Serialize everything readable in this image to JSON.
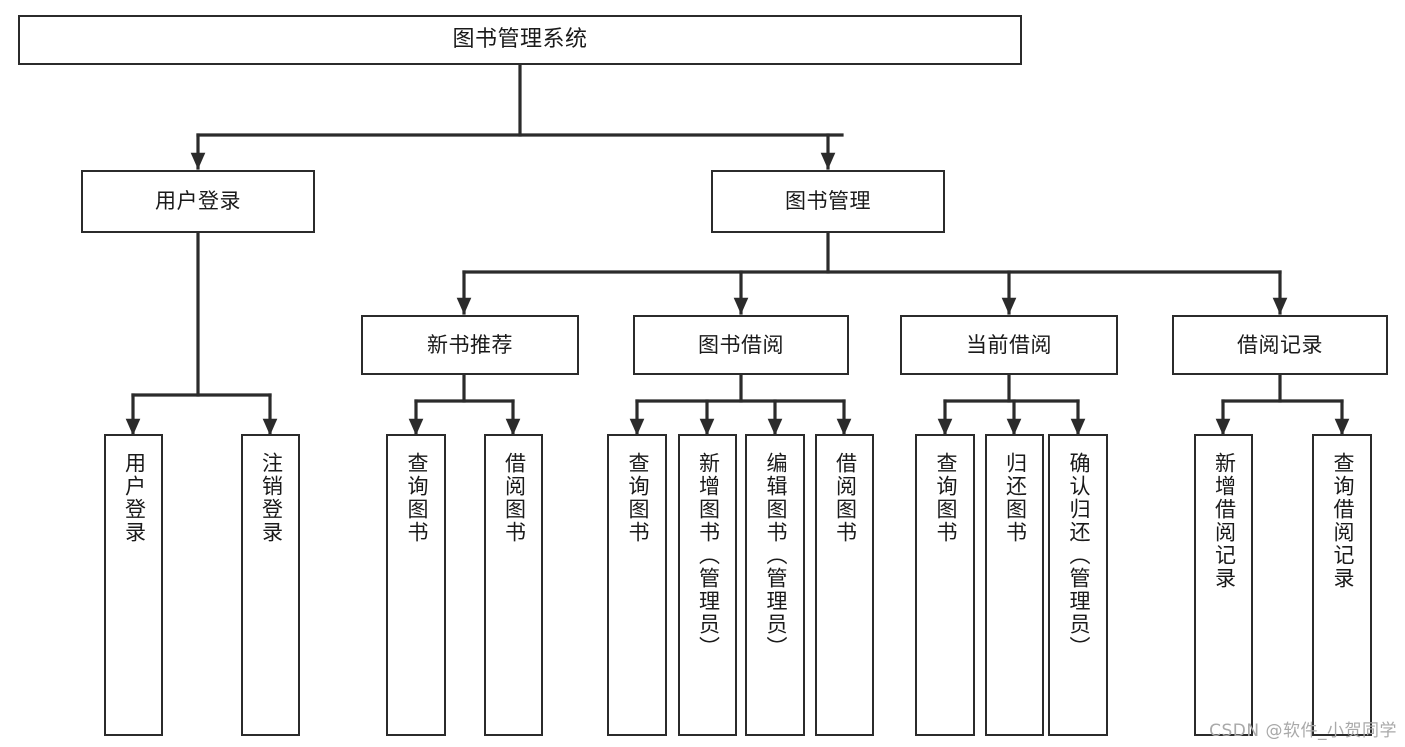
{
  "diagram": {
    "title": "图书管理系统",
    "watermark": "CSDN @软件_小贺同学",
    "stroke_color": "#2b2b2b",
    "fill_color": "#ffffff",
    "text_color": "#1a1a1a",
    "watermark_color": "#a9a9a9"
  },
  "chart_data": {
    "type": "diagram",
    "title": "图书管理系统",
    "layout": "top-down tree / functional structure chart",
    "levels": 4,
    "nodes": [
      {
        "id": "root",
        "label": "图书管理系统",
        "level": 0,
        "parent": null,
        "orientation": "horizontal"
      },
      {
        "id": "login",
        "label": "用户登录",
        "level": 1,
        "parent": "root",
        "orientation": "horizontal"
      },
      {
        "id": "bookmgmt",
        "label": "图书管理",
        "level": 1,
        "parent": "root",
        "orientation": "horizontal"
      },
      {
        "id": "newbook",
        "label": "新书推荐",
        "level": 2,
        "parent": "bookmgmt",
        "orientation": "horizontal"
      },
      {
        "id": "borrow",
        "label": "图书借阅",
        "level": 2,
        "parent": "bookmgmt",
        "orientation": "horizontal"
      },
      {
        "id": "current",
        "label": "当前借阅",
        "level": 2,
        "parent": "bookmgmt",
        "orientation": "horizontal"
      },
      {
        "id": "records",
        "label": "借阅记录",
        "level": 2,
        "parent": "bookmgmt",
        "orientation": "horizontal"
      },
      {
        "id": "login-in",
        "label": "用户登录",
        "level": 3,
        "parent": "login",
        "orientation": "vertical"
      },
      {
        "id": "login-out",
        "label": "注销登录",
        "level": 3,
        "parent": "login",
        "orientation": "vertical"
      },
      {
        "id": "nb-query",
        "label": "查询图书",
        "level": 3,
        "parent": "newbook",
        "orientation": "vertical"
      },
      {
        "id": "nb-borrow",
        "label": "借阅图书",
        "level": 3,
        "parent": "newbook",
        "orientation": "vertical"
      },
      {
        "id": "bw-query",
        "label": "查询图书",
        "level": 3,
        "parent": "borrow",
        "orientation": "vertical"
      },
      {
        "id": "bw-add",
        "label": "新增图书（管理员）",
        "level": 3,
        "parent": "borrow",
        "orientation": "vertical"
      },
      {
        "id": "bw-edit",
        "label": "编辑图书（管理员）",
        "level": 3,
        "parent": "borrow",
        "orientation": "vertical"
      },
      {
        "id": "bw-borrow",
        "label": "借阅图书",
        "level": 3,
        "parent": "borrow",
        "orientation": "vertical"
      },
      {
        "id": "cr-query",
        "label": "查询图书",
        "level": 3,
        "parent": "current",
        "orientation": "vertical"
      },
      {
        "id": "cr-return",
        "label": "归还图书",
        "level": 3,
        "parent": "current",
        "orientation": "vertical"
      },
      {
        "id": "cr-confirm",
        "label": "确认归还（管理员）",
        "level": 3,
        "parent": "current",
        "orientation": "vertical"
      },
      {
        "id": "rc-add",
        "label": "新增借阅记录",
        "level": 3,
        "parent": "records",
        "orientation": "vertical"
      },
      {
        "id": "rc-query",
        "label": "查询借阅记录",
        "level": 3,
        "parent": "records",
        "orientation": "vertical"
      }
    ],
    "edges": [
      {
        "from": "root",
        "to": "login"
      },
      {
        "from": "root",
        "to": "bookmgmt"
      },
      {
        "from": "bookmgmt",
        "to": "newbook"
      },
      {
        "from": "bookmgmt",
        "to": "borrow"
      },
      {
        "from": "bookmgmt",
        "to": "current"
      },
      {
        "from": "bookmgmt",
        "to": "records"
      },
      {
        "from": "login",
        "to": "login-in"
      },
      {
        "from": "login",
        "to": "login-out"
      },
      {
        "from": "newbook",
        "to": "nb-query"
      },
      {
        "from": "newbook",
        "to": "nb-borrow"
      },
      {
        "from": "borrow",
        "to": "bw-query"
      },
      {
        "from": "borrow",
        "to": "bw-add"
      },
      {
        "from": "borrow",
        "to": "bw-edit"
      },
      {
        "from": "borrow",
        "to": "bw-borrow"
      },
      {
        "from": "current",
        "to": "cr-query"
      },
      {
        "from": "current",
        "to": "cr-return"
      },
      {
        "from": "current",
        "to": "cr-confirm"
      },
      {
        "from": "records",
        "to": "rc-add"
      },
      {
        "from": "records",
        "to": "rc-query"
      }
    ]
  }
}
